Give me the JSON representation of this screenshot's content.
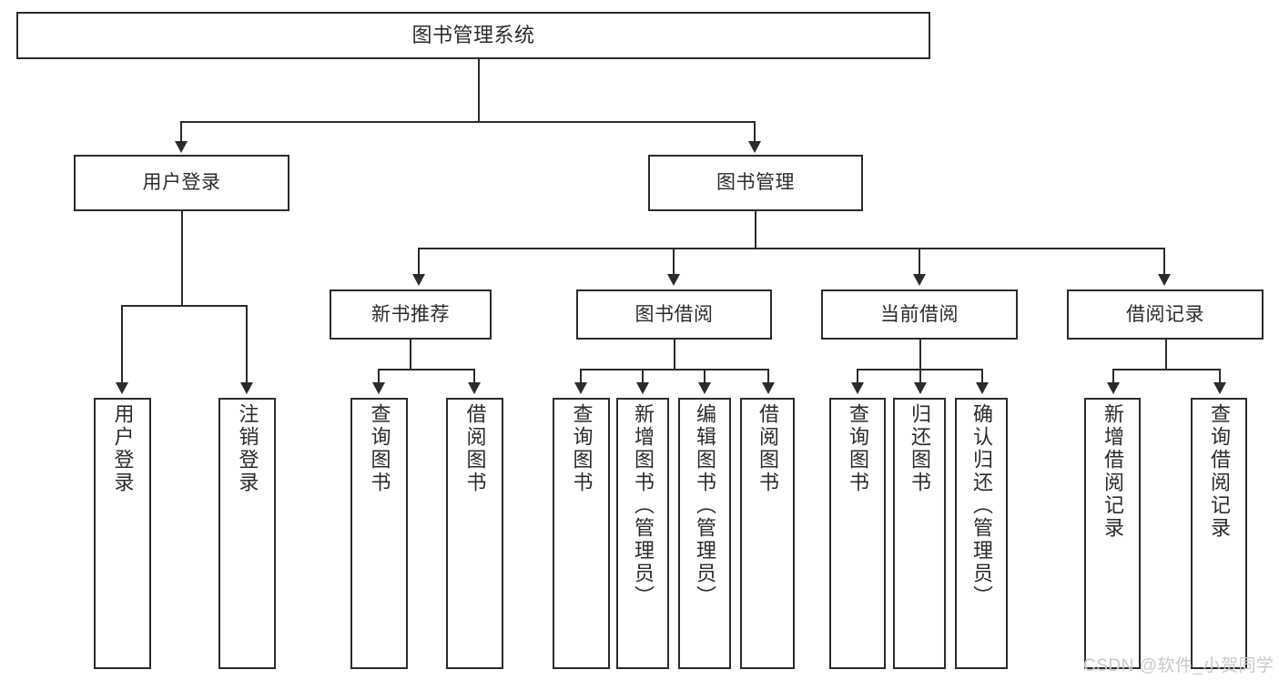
{
  "diagram": {
    "title": "图书管理系统",
    "type": "hierarchy-tree",
    "line_color": "#2b2b2b",
    "box_fill": "#ffffff",
    "text_color": "#2b2b2b",
    "background": "#ffffff"
  },
  "root": {
    "label": "图书管理系统"
  },
  "level2": [
    {
      "label": "用户登录"
    },
    {
      "label": "图书管理"
    }
  ],
  "level3": [
    {
      "label": "新书推荐"
    },
    {
      "label": "图书借阅"
    },
    {
      "label": "当前借阅"
    },
    {
      "label": "借阅记录"
    }
  ],
  "leaves": [
    {
      "label": "用户登录",
      "parent": "用户登录"
    },
    {
      "label": "注销登录",
      "parent": "用户登录"
    },
    {
      "label": "查询图书",
      "parent": "新书推荐"
    },
    {
      "label": "借阅图书",
      "parent": "新书推荐"
    },
    {
      "label": "查询图书",
      "parent": "图书借阅"
    },
    {
      "label": "新增图书（管理员）",
      "parent": "图书借阅"
    },
    {
      "label": "编辑图书（管理员）",
      "parent": "图书借阅"
    },
    {
      "label": "借阅图书",
      "parent": "图书借阅"
    },
    {
      "label": "查询图书",
      "parent": "当前借阅"
    },
    {
      "label": "归还图书",
      "parent": "当前借阅"
    },
    {
      "label": "确认归还（管理员）",
      "parent": "当前借阅"
    },
    {
      "label": "新增借阅记录",
      "parent": "借阅记录"
    },
    {
      "label": "查询借阅记录",
      "parent": "借阅记录"
    }
  ],
  "watermark": {
    "text": "CSDN @软件_小贺同学"
  }
}
